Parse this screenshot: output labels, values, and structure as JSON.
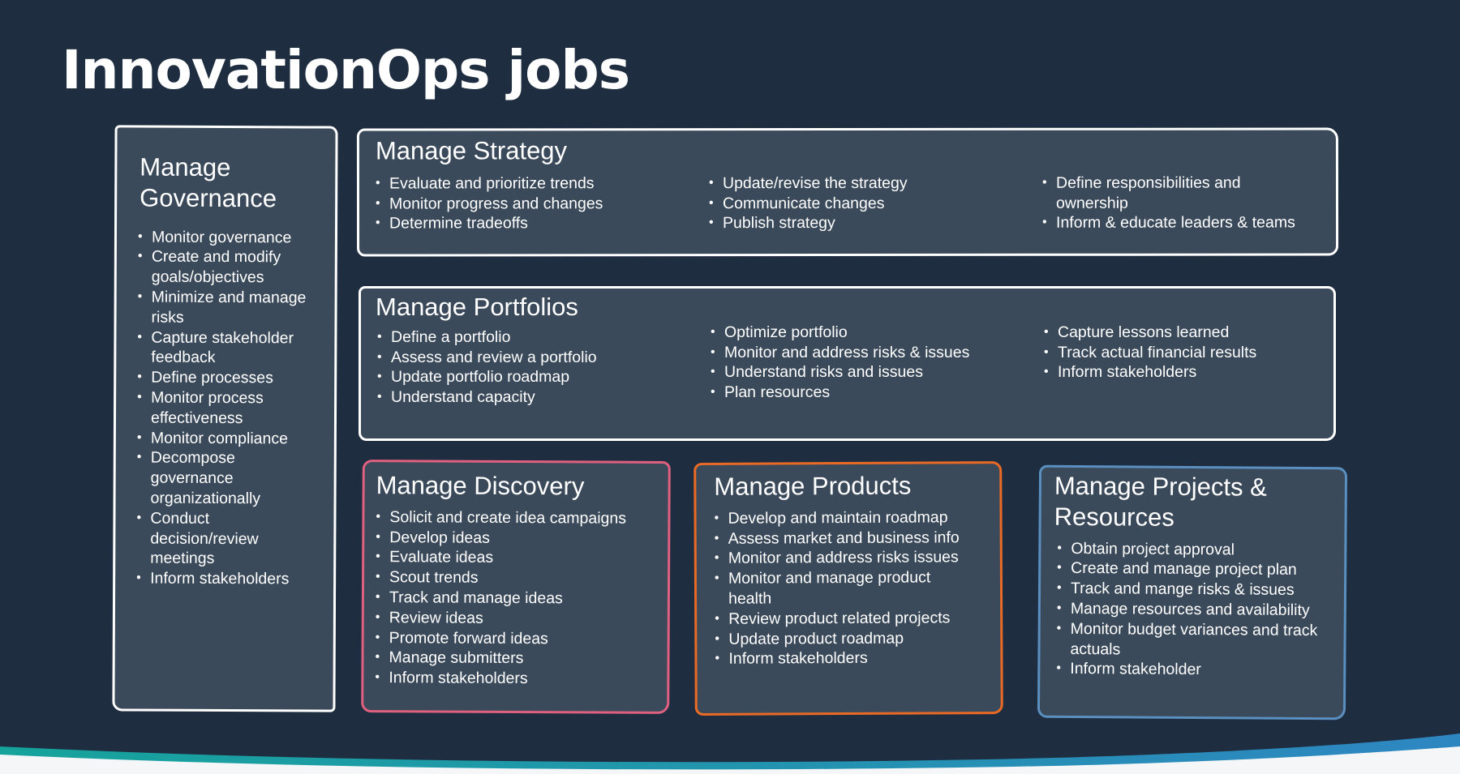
{
  "title": "InnovationOps jobs",
  "governance": {
    "heading": "Manage Governance",
    "items": [
      "Monitor governance",
      "Create and modify goals/objectives",
      "Minimize and manage risks",
      "Capture stakeholder feedback",
      "Define processes",
      "Monitor process effectiveness",
      "Monitor compliance",
      "Decompose governance organizationally",
      "Conduct decision/review meetings",
      "Inform stakeholders"
    ]
  },
  "strategy": {
    "heading": "Manage Strategy",
    "col1": [
      "Evaluate and prioritize trends",
      "Monitor progress and changes",
      "Determine tradeoffs"
    ],
    "col2": [
      "Update/revise the strategy",
      "Communicate changes",
      "Publish strategy"
    ],
    "col3": [
      "Define responsibilities and ownership",
      "Inform & educate leaders & teams"
    ]
  },
  "portfolios": {
    "heading": "Manage Portfolios",
    "col1": [
      "Define a portfolio",
      "Assess and review a portfolio",
      "Update portfolio roadmap",
      "Understand capacity"
    ],
    "col2": [
      "Optimize portfolio",
      "Monitor and address risks & issues",
      "Understand risks and issues",
      "Plan resources"
    ],
    "col3": [
      "Capture lessons learned",
      "Track actual financial results",
      "Inform stakeholders"
    ]
  },
  "discovery": {
    "heading": "Manage Discovery",
    "items": [
      "Solicit and create idea campaigns",
      "Develop ideas",
      "Evaluate ideas",
      "Scout trends",
      "Track and manage ideas",
      "Review ideas",
      "Promote forward ideas",
      "Manage submitters",
      "Inform stakeholders"
    ]
  },
  "products": {
    "heading": "Manage Products",
    "items": [
      "Develop and maintain roadmap",
      "Assess market and business info",
      "Monitor and address risks  issues",
      "Monitor and manage product health",
      "Review product related projects",
      "Update product roadmap",
      "Inform stakeholders"
    ]
  },
  "projects": {
    "heading": "Manage Projects & Resources",
    "items": [
      "Obtain project approval",
      "Create and manage project plan",
      "Track and mange risks & issues",
      "Manage resources and availability",
      "Monitor budget variances and track actuals",
      "Inform stakeholder"
    ]
  },
  "colors": {
    "background": "#1e2d40",
    "panel": "#3b4a5a",
    "discovery_border": "#e06080",
    "products_border": "#ea6a25",
    "projects_border": "#5a8fc0",
    "wave": "#1fa3a0"
  }
}
